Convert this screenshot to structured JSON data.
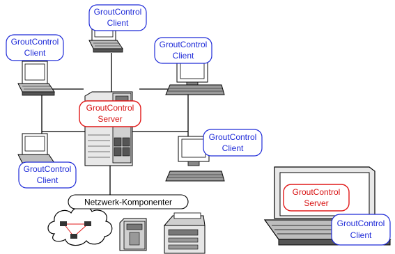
{
  "labels": {
    "client_top": [
      "GroutControl",
      "Client"
    ],
    "client_upper_left": [
      "GroutControl",
      "Client"
    ],
    "client_upper_right": [
      "GroutControl",
      "Client"
    ],
    "client_lower_left": [
      "GroutControl",
      "Client"
    ],
    "client_lower_right": [
      "GroutControl",
      "Client"
    ],
    "server_center": [
      "GroutControl",
      "Server"
    ],
    "server_laptop": [
      "GroutControl",
      "Server"
    ],
    "client_laptop": [
      "GroutControl",
      "Client"
    ],
    "network_components": "Netzwerk-Komponenter"
  },
  "colors": {
    "client_border": "#1f2bd8",
    "server_border": "#e01818",
    "server_text": "#d81414",
    "client_text": "#1f2bd8",
    "line": "#000000"
  },
  "icons": {
    "laptop": "laptop-icon",
    "monitor": "monitor-icon",
    "keyboard": "keyboard-icon",
    "tower_server": "server-tower-icon",
    "cloud": "network-cloud-icon",
    "ups": "ups-icon",
    "printer": "printer-icon"
  }
}
